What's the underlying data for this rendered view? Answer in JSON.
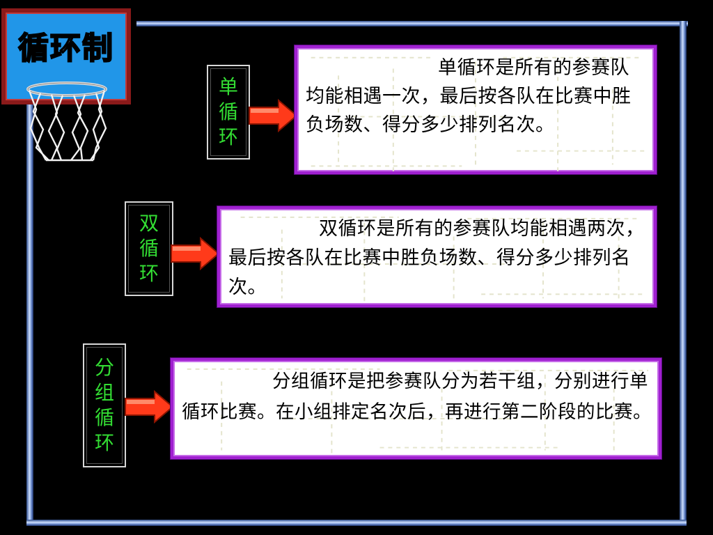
{
  "slide": {
    "title": "循环制",
    "items": [
      {
        "label": "单循环",
        "description": "单循环是所有的参赛队均能相遇一次，最后按各队在比赛中胜负场数、得分多少排列名次。"
      },
      {
        "label": "双循环",
        "description": "双循环是所有的参赛队均能相遇两次，最后按各队在比赛中胜负场数、得分多少排列名次。"
      },
      {
        "label": "分组循环",
        "description": "分组循环是把参赛队分为若干组，分别进行单循环比赛。在小组排定名次后，再进行第二阶段的比赛。"
      }
    ]
  },
  "colors": {
    "background": "#000000",
    "court_line": "#4a78d8",
    "backboard": "#2196e8",
    "backboard_frame": "#8b1a1a",
    "label_text": "#33dd33",
    "arrow": "#ff3a1a",
    "desc_border": "#a020d0"
  },
  "icons": {
    "hoop": "basketball-hoop-icon",
    "arrow": "right-arrow-icon"
  }
}
